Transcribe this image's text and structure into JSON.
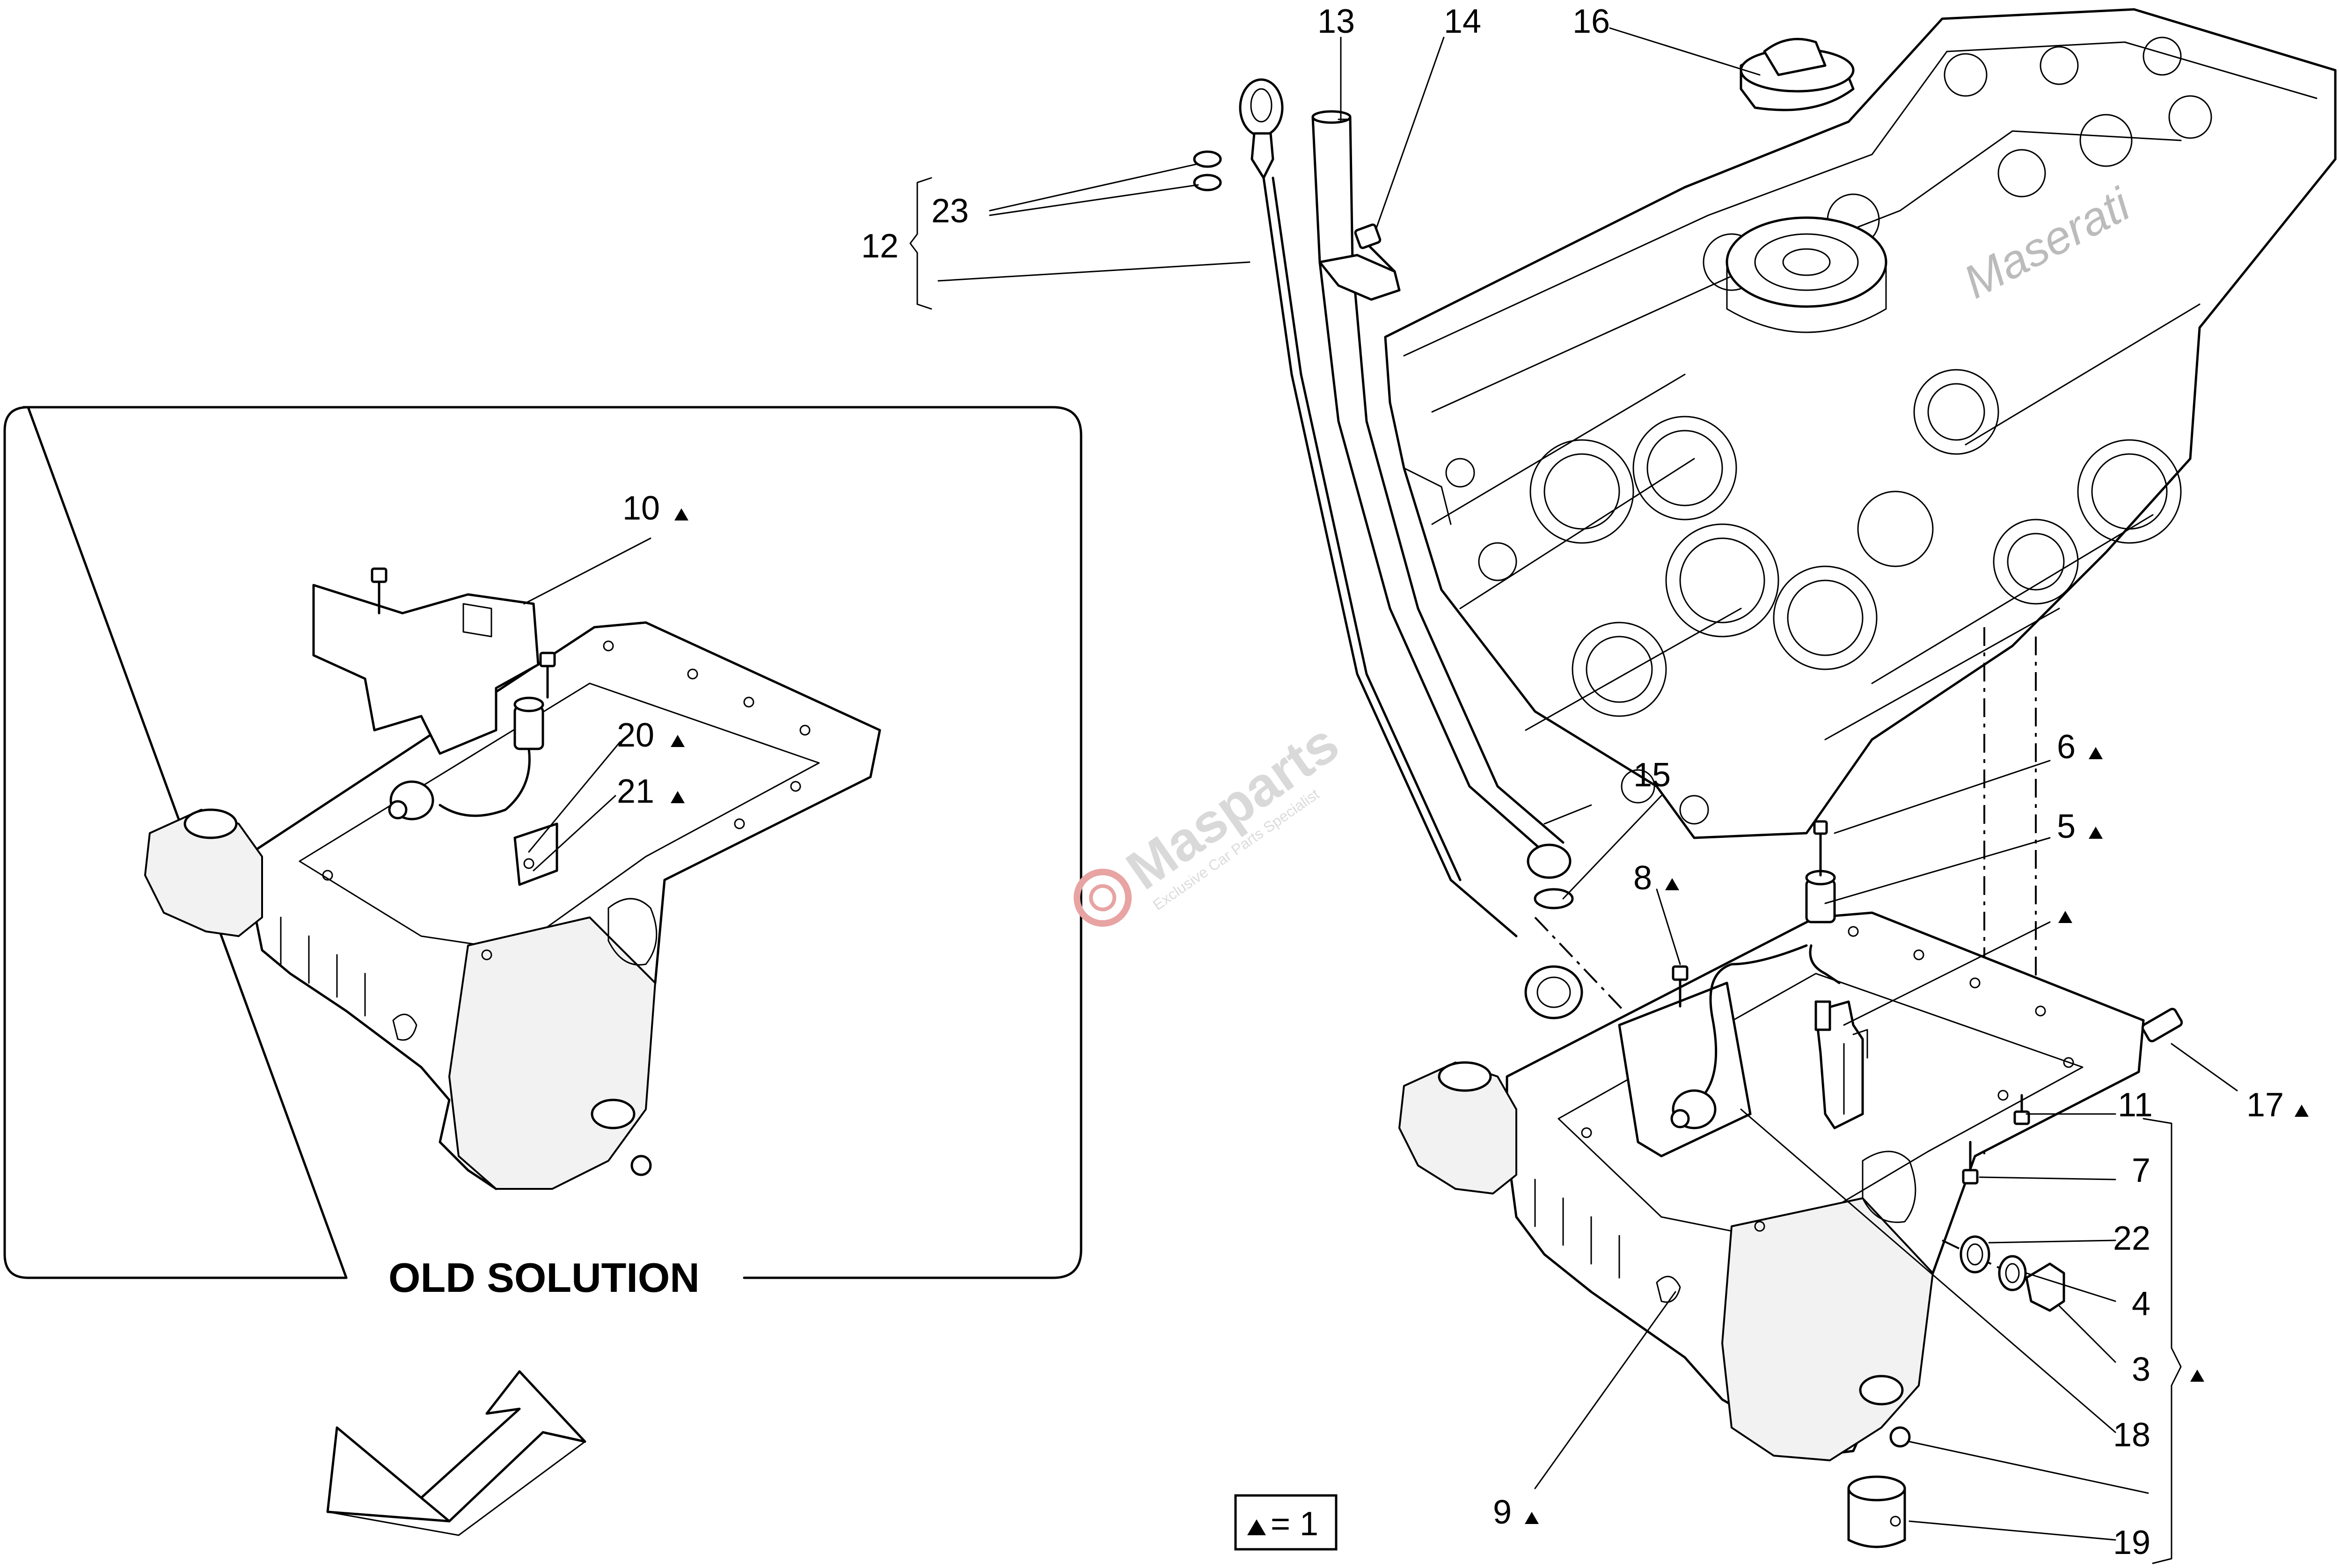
{
  "callouts": {
    "c13": "13",
    "c14": "14",
    "c16": "16",
    "c23": "23",
    "c12": "12",
    "c15": "15",
    "c6": "6",
    "c5": "5",
    "c8": "8",
    "c11": "11",
    "c7": "7",
    "c22": "22",
    "c4": "4",
    "c3": "3",
    "c18": "18",
    "c19": "19",
    "c9": "9",
    "c17": "17",
    "c10": "10",
    "c20": "20",
    "c21": "21"
  },
  "old_solution": {
    "title": "OLD SOLUTION"
  },
  "legend": {
    "text": "= 1"
  },
  "engine_logo": "Maserati",
  "watermark": {
    "brand": "Masparts",
    "tagline": "Exclusive Car Parts Specialist"
  }
}
